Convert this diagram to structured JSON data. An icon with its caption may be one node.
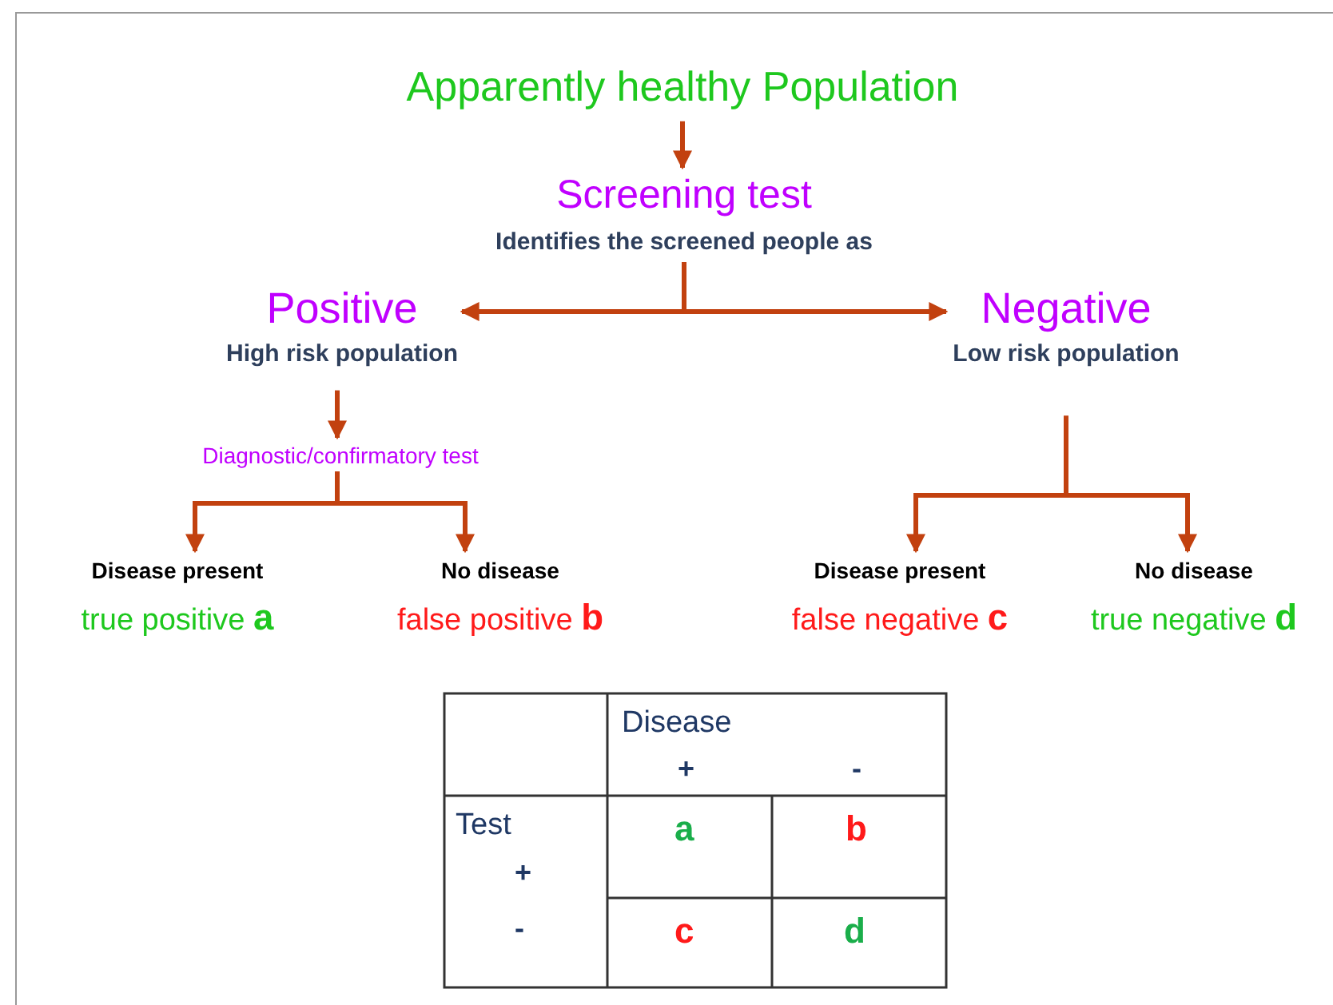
{
  "diagram": {
    "nodes": [
      {
        "text": [
          "Apparently healthy Population"
        ]
      },
      {
        "text": [
          "Screening test",
          "Identifies the screened people as"
        ]
      },
      {
        "text": [
          "Positive",
          "High risk population"
        ]
      },
      {
        "text": [
          "Negative",
          "Low risk population"
        ]
      },
      {
        "text": [
          "Diagnostic/confirmatory test"
        ]
      },
      {
        "text": [
          "Disease present",
          "true positive **a**"
        ]
      },
      {
        "text": [
          "No disease",
          "false positive **b**"
        ]
      },
      {
        "text": [
          "Disease present",
          "false negative **c**"
        ]
      },
      {
        "text": [
          "No disease",
          "true negative **d**"
        ]
      }
    ],
    "edges": [
      {
        "from": 0,
        "to": 1,
        "arrow": "to"
      },
      {
        "from": 1,
        "to": 2,
        "arrow": "to"
      },
      {
        "from": 1,
        "to": 3,
        "arrow": "to"
      },
      {
        "from": 2,
        "to": 4,
        "arrow": "to"
      },
      {
        "from": 4,
        "to": 5,
        "arrow": "to"
      },
      {
        "from": 4,
        "to": 6,
        "arrow": "to"
      },
      {
        "from": 3,
        "to": 7,
        "arrow": "to"
      },
      {
        "from": 3,
        "to": 8,
        "arrow": "to"
      }
    ],
    "labels": [
      "Disease",
      "+",
      "-",
      "Test",
      "+",
      "-",
      "a",
      "b",
      "c",
      "d"
    ]
  }
}
